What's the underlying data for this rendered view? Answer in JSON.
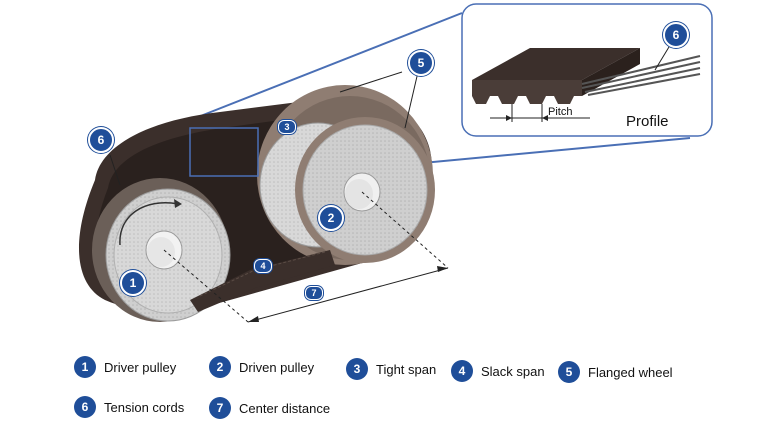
{
  "callouts": {
    "driver_pulley": "1",
    "driven_pulley": "2",
    "tight_span": "3",
    "slack_span": "4",
    "flanged_wheel": "5",
    "tension_cords": "6",
    "center_distance": "7"
  },
  "inset": {
    "pitch_label": "Pitch",
    "profile_label": "Profile",
    "tension_cords_number": "6"
  },
  "legend": [
    {
      "number": "1",
      "label": "Driver pulley"
    },
    {
      "number": "2",
      "label": "Driven pulley"
    },
    {
      "number": "3",
      "label": "Tight span"
    },
    {
      "number": "4",
      "label": "Slack span"
    },
    {
      "number": "5",
      "label": "Flanged wheel"
    },
    {
      "number": "6",
      "label": "Tension cords"
    },
    {
      "number": "7",
      "label": "Center distance"
    }
  ],
  "colors": {
    "accent": "#1f4e99",
    "belt": "#3b2f2b",
    "pulley": "#d9d9d9",
    "flange": "#8f7d72",
    "inset_border": "#4a6fb5"
  }
}
